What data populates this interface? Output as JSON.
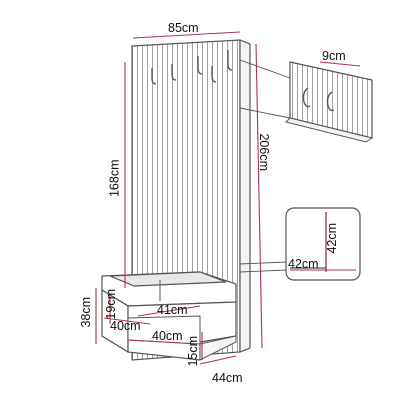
{
  "dimensions": {
    "panel_width": "85cm",
    "panel_height": "206cm",
    "hook_zone_height": "168cm",
    "hook_depth": "9cm",
    "detail_height": "42cm",
    "detail_width": "42cm",
    "bench_width": "40cm",
    "bench_width_lower": "40cm",
    "shelf_depth": "41cm",
    "bench_height": "38cm",
    "compartment_height": "19cm",
    "plinth_height": "15cm",
    "bench_depth": "44cm"
  },
  "colors": {
    "outline": "#555555",
    "dimension_line": "#b0334c",
    "panel_fill": "#ffffff",
    "cushion_fill": "#e8e8e8"
  }
}
